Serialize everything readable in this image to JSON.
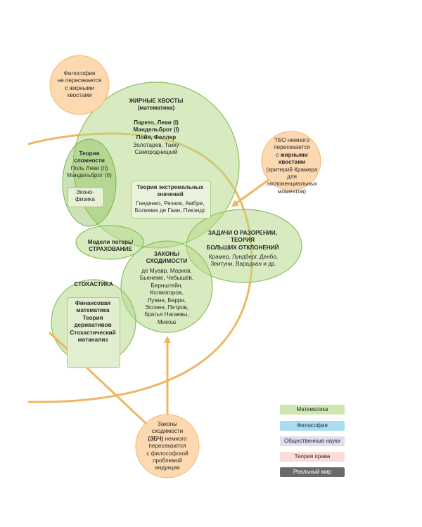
{
  "colors": {
    "math_fill": "#b6d98c",
    "math_stroke": "#8cc05a",
    "philosophy": "#a8dcf0",
    "social": "#e0dcf2",
    "law": "#fbdcd8",
    "real_world": "#6a6a6a",
    "note_fill": "#fcd9b1",
    "note_stroke": "#f2b869",
    "arrow": "#f0b564"
  },
  "nodes": {
    "philosophy_note": "Философия\nне пересекается\nс жирными\nхвостами",
    "fat_tails": {
      "title": "ЖИРНЫЕ ХВОСТЫ\n(математика)",
      "bold_names": "Парето, Леви (I)\nМандельброт (I)\nПойя, Феллер",
      "names": "Золотарев, Такку\nСамородницкий"
    },
    "complexity": {
      "title": "Теория\nсложности",
      "names": "Поль Леви (II)\nМандельброт (II)"
    },
    "econophysics": "Эконо-\nфизика",
    "extreme_values": {
      "title": "Теория экстремальных\nзначений",
      "names": "Гнеденко, Резник, Амбре,\nБолкема де Гаан, Пикэндс"
    },
    "tbo_note": {
      "line1": "ТБО немного\nпересекается\nс ",
      "bold": "жирными хвостами",
      "line2": "\n(критерий Крамера для\nэкспоненциальных\nмоментов)"
    },
    "ruin": {
      "title": "ЗАДАЧИ О РАЗОРЕНИИ,\nТЕОРИЯ\nБОЛЬШИХ ОТКЛОНЕНИЙ",
      "names": "Крамер, Лундберг, Денбо,\nЗеитуни, Варадхан и др."
    },
    "loss_models": "Модели потерь/\nСТРАХОВАНИЕ",
    "convergence": {
      "title": "ЗАКОНЫ\nСХОДИМОСТИ",
      "names": "де Муавр, Марков,\nБьенеме, Чебышёв,\nБернштейн,\nКолмогоров,\nЛужин, Берри,\nЭссеен, Петров,\nбратья Нагаевы,\nМикош"
    },
    "stochastics": {
      "title": "СТОХАСТИКА",
      "inner": "Финансовая\nматематика\nТеория\nдеривативов\nСтохастический\nматанализ"
    },
    "convergence_note": {
      "line1": "Законы\nсходимости\n",
      "bold": "(ЗБЧ)",
      "line2": " немного\nпересекаются\nс философской\nпроблемой\nиндукции"
    }
  },
  "legend": [
    {
      "label": "Математика",
      "color": "#cfe6b2"
    },
    {
      "label": "Философия",
      "color": "#a8dcf0"
    },
    {
      "label": "Общественные науки",
      "color": "#e0dcf2"
    },
    {
      "label": "Теория права",
      "color": "#fbdcd8"
    },
    {
      "label": "Реальный мир",
      "color": "#6a6a6a"
    }
  ]
}
